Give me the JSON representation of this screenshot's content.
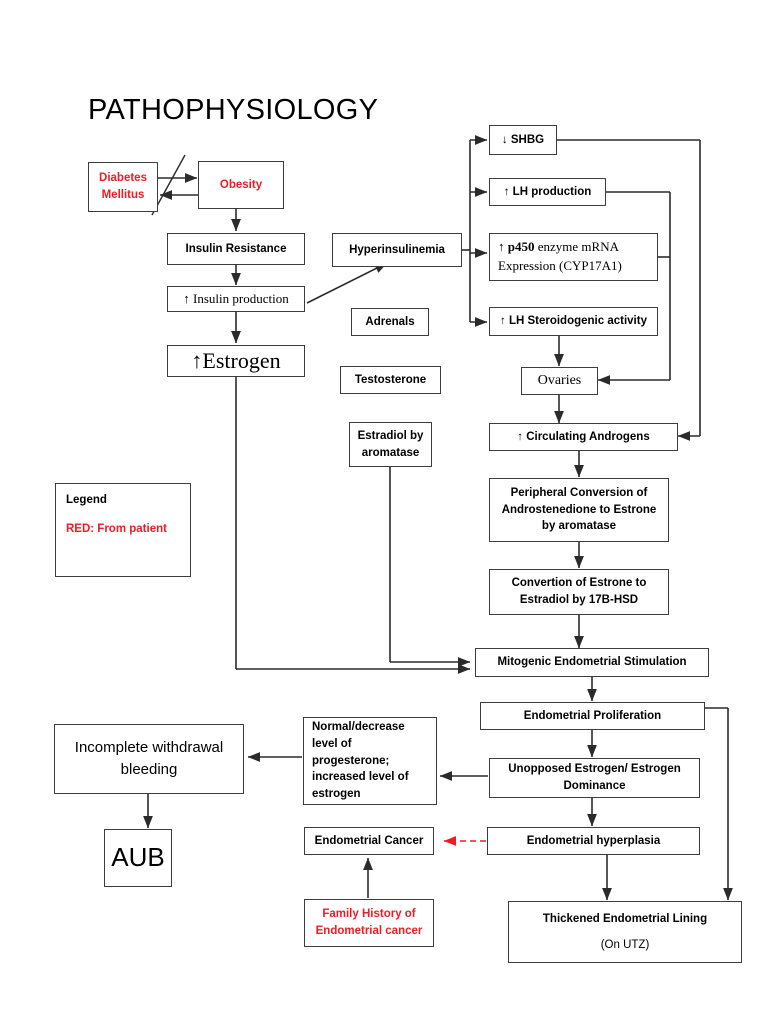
{
  "page": {
    "title": "PATHOPHYSIOLOGY",
    "background": "#ffffff",
    "red_accent": "#ee1c25",
    "line_color": "#3d3d3d"
  },
  "legend": {
    "heading": "Legend",
    "red_entry": "RED: From patient"
  },
  "nodes": {
    "diabetes": "Diabetes Mellitus",
    "obesity": "Obesity",
    "insulin_resistance": "Insulin Resistance",
    "insulin_production": "↑ Insulin production",
    "estrogen": "↑Estrogen",
    "hyperinsulinemia": "Hyperinsulinemia",
    "adrenals": "Adrenals",
    "testosterone": "Testosterone",
    "estradiol_aromatase": "Estradiol by aromatase",
    "shbg": "↓ SHBG",
    "lh_production": "↑ LH production",
    "p450_prefix": "↑ ",
    "p450_bold": "p450",
    "p450_rest": " enzyme mRNA Expression (CYP17A1)",
    "lh_steroidogenic": "↑ LH Steroidogenic activity",
    "ovaries": "Ovaries",
    "circulating_androgens": "↑ Circulating Androgens",
    "peripheral_conversion": "Peripheral Conversion of Androstenedione to Estrone by aromatase",
    "convertion_estrone": "Convertion of Estrone to Estradiol by 17B-HSD",
    "mitogenic": "Mitogenic Endometrial Stimulation",
    "endometrial_proliferation": "Endometrial Proliferation",
    "unopposed_estrogen": "Unopposed Estrogen/ Estrogen Dominance",
    "endometrial_hyperplasia": "Endometrial hyperplasia",
    "progesterone_levels": "Normal/decrease level of progesterone; increased level of estrogen",
    "incomplete_withdrawal": "Incomplete withdrawal bleeding",
    "aub": "AUB",
    "endometrial_cancer": "Endometrial Cancer",
    "family_history": "Family History of Endometrial cancer",
    "thickened_lining": "Thickened Endometrial Lining",
    "thickened_lining_sub": "(On UTZ)"
  }
}
